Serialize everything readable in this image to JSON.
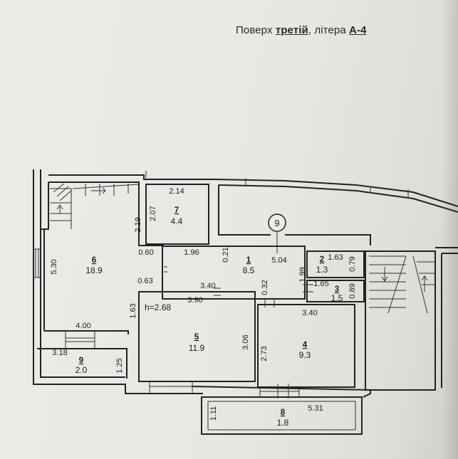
{
  "header": {
    "prefix": "Поверх ",
    "floor_word": "третій",
    "middle": ", літера ",
    "letter": "А-4"
  },
  "marker": {
    "label": "9"
  },
  "rooms": [
    {
      "id": "r1",
      "number": "1",
      "area": "8.5"
    },
    {
      "id": "r2",
      "number": "2",
      "area": "1.3"
    },
    {
      "id": "r3",
      "number": "3",
      "area": "1.5"
    },
    {
      "id": "r4",
      "number": "4",
      "area": "9.3"
    },
    {
      "id": "r5",
      "number": "5",
      "area": "11.9"
    },
    {
      "id": "r6",
      "number": "6",
      "area": "18.9"
    },
    {
      "id": "r7",
      "number": "7",
      "area": "4.4"
    },
    {
      "id": "r8",
      "number": "8",
      "area": "1.8"
    },
    {
      "id": "r9",
      "number": "9",
      "area": "2.0"
    }
  ],
  "height_label": "h=2.68",
  "dimensions": {
    "d_2_14": "2.14",
    "d_2_07": "2.07",
    "d_2_19": "2.19",
    "d_5_30": "5.30",
    "d_0_60": "0.60",
    "d_1_96": "1.96",
    "d_0_21": "0.21",
    "d_5_04": "5.04",
    "d_1_63a": "1.63",
    "d_0_79": "0.79",
    "d_1_99": "1.99",
    "d_1_65": "1.65",
    "d_0_89": "0.89",
    "d_0_63": "0.63",
    "d_3_40a": "3.40",
    "d_0_32": "0.32",
    "d_3_90": "3.90",
    "d_3_40b": "3.40",
    "d_1_63b": "1.63",
    "d_4_00": "4.00",
    "d_3_06": "3.06",
    "d_2_73": "2.73",
    "d_3_18": "3.18",
    "d_1_25": "1.25",
    "d_1_11": "1.11",
    "d_5_31": "5.31"
  }
}
